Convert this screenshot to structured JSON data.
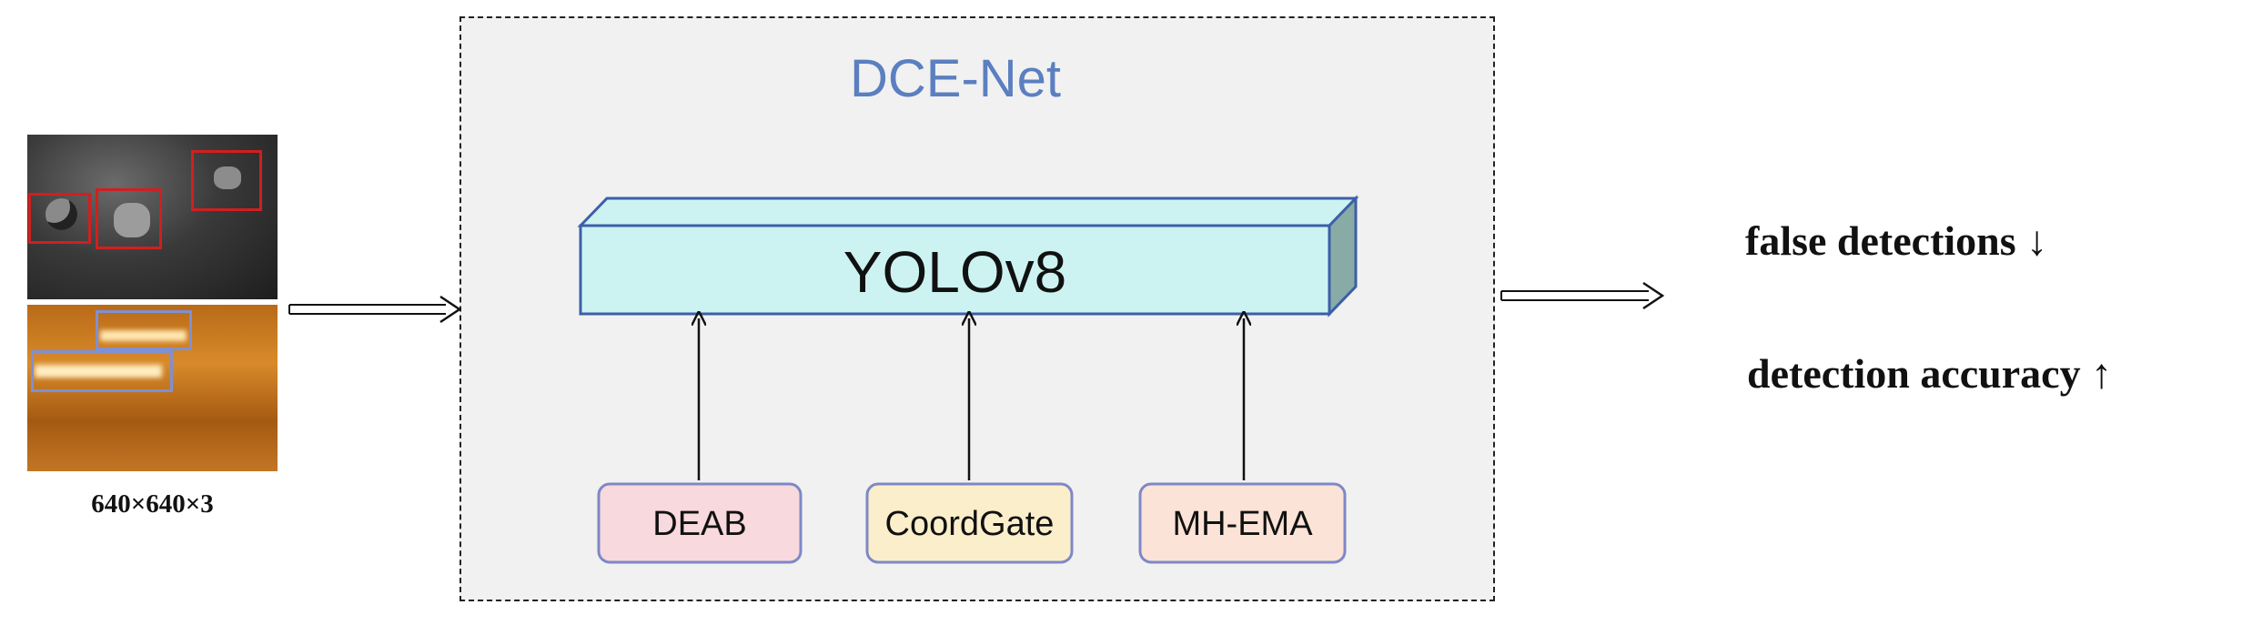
{
  "input": {
    "size_label": "640×640×3",
    "image_top_desc": "sonar-image-dark",
    "image_bottom_desc": "sonar-image-orange"
  },
  "network": {
    "title": "DCE-Net",
    "backbone": "YOLOv8",
    "modules": [
      "DEAB",
      "CoordGate",
      "MH-EMA"
    ]
  },
  "outputs": {
    "line1": "false detections ↓",
    "line2": "detection accuracy ↑"
  },
  "colors": {
    "title_blue": "#5b7fc0",
    "backbone_fill": "#ccf3f1",
    "backbone_side": "#89aba6",
    "backbone_stroke": "#3c5fa8",
    "module_deab": "#f8d9dd",
    "module_coordgate": "#fbefcb",
    "module_mhema": "#fbe4d7",
    "module_stroke": "#7f88c6",
    "panel_bg": "#f1f1f1",
    "detection_red": "#d11f1f",
    "detection_blue": "#7f90d3"
  }
}
